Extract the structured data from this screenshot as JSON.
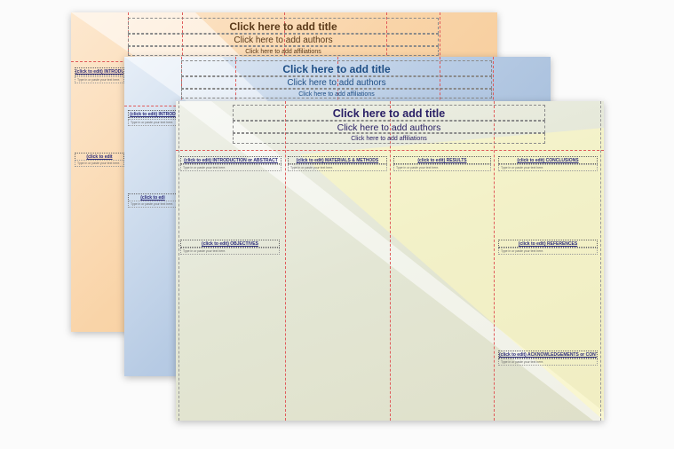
{
  "poster_orange": {
    "title": "Click here to add title",
    "authors": "Click here to add authors",
    "affiliations": "Click here to add affiliations",
    "sections": [
      "(click to edit) INTRODU",
      "(click to edit"
    ],
    "body_hint": "Type in or paste your text here."
  },
  "poster_blue": {
    "title": "Click here to add title",
    "authors": "Click here to add authors",
    "affiliations": "Click here to add affiliations",
    "sections": [
      "(click to edit) INTROD",
      "(click to edi"
    ],
    "body_hint": "Type in or paste your text here."
  },
  "poster_green": {
    "title": "Click here to add title",
    "authors": "Click here to add authors",
    "affiliations": "Click here to add affiliations",
    "sections": {
      "intro": "(click to edit) INTRODUCTION or ABSTRACT",
      "methods": "(click to edit) MATERIALS & METHODS",
      "results": "(click to edit) RESULTS",
      "conclusions": "(click to edit) CONCLUSIONS",
      "objectives": "(click to edit) OBJECTIVES",
      "references": "(click to edit) REFERENCES",
      "acknowledgements": "(click to edit) ACKNOWLEDGEMENTS or CONTACT"
    },
    "body_hint": "Type in or paste your text here."
  },
  "colors": {
    "title_orange": "#5a3a1a",
    "title_blue": "#1f4f86",
    "title_green": "#2a2066"
  }
}
